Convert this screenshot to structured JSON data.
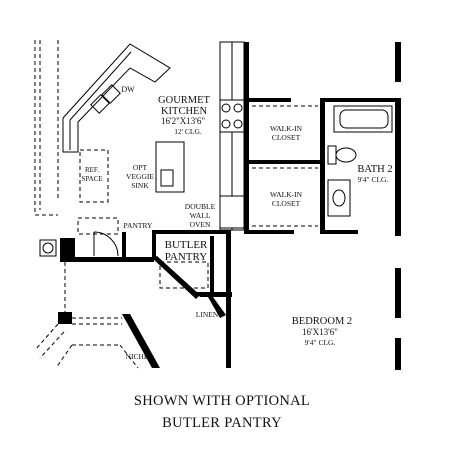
{
  "rooms": {
    "gourmet_kitchen": {
      "name": "GOURMET KITCHEN",
      "name_line1": "GOURMET",
      "name_line2": "KITCHEN",
      "dims": "16'2\"X13'6\"",
      "ceiling": "12' CLG."
    },
    "walk_in_closet_1": {
      "line1": "WALK-IN",
      "line2": "CLOSET"
    },
    "walk_in_closet_2": {
      "line1": "WALK-IN",
      "line2": "CLOSET"
    },
    "bath_2": {
      "name": "BATH 2",
      "ceiling": "9'4\" CLG."
    },
    "bedroom_2": {
      "name": "BEDROOM 2",
      "dims": "16'X13'6\"",
      "ceiling": "9'4\" CLG."
    },
    "butler_pantry": {
      "line1": "BUTLER",
      "line2": "PANTRY"
    },
    "pantry": "PANTRY",
    "linen": "LINEN",
    "niche": "NICHE"
  },
  "fixtures": {
    "dw": "DW",
    "ref_space": {
      "line1": "REF.",
      "line2": "SPACE"
    },
    "opt_veggie_sink": {
      "line1": "OPT",
      "line2": "VEGGIE",
      "line3": "SINK"
    },
    "double_wall_oven": {
      "line1": "DOUBLE",
      "line2": "WALL",
      "line3": "OVEN"
    }
  },
  "caption": {
    "line1": "SHOWN WITH OPTIONAL",
    "line2": "BUTLER PANTRY"
  }
}
